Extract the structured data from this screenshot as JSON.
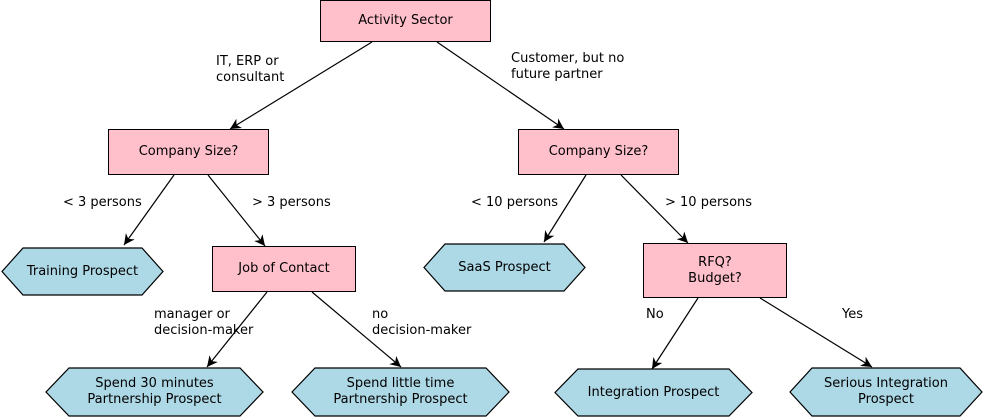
{
  "colors": {
    "decision_fill": "#ffc0cb",
    "leaf_fill": "#add8e6",
    "stroke": "#000000"
  },
  "nodes": {
    "activity_sector": "Activity Sector",
    "company_size_left": "Company Size?",
    "company_size_right": "Company Size?",
    "job_of_contact": "Job of Contact",
    "rfq_budget": "RFQ?\nBudget?",
    "training_prospect": "Training Prospect",
    "saas_prospect": "SaaS Prospect",
    "spend_30": "Spend 30 minutes\nPartnership Prospect",
    "spend_little": "Spend little time\nPartnership Prospect",
    "integration_prospect": "Integration Prospect",
    "serious_integration": "Serious Integration\nProspect"
  },
  "edge_labels": {
    "it_erp": "IT, ERP or\nconsultant",
    "customer_no_partner": "Customer, but no\nfuture partner",
    "lt3": "< 3 persons",
    "gt3": "> 3 persons",
    "lt10": "< 10 persons",
    "gt10": "> 10 persons",
    "manager": "manager or\ndecision-maker",
    "no_decision": "no\ndecision-maker",
    "no": "No",
    "yes": "Yes"
  }
}
